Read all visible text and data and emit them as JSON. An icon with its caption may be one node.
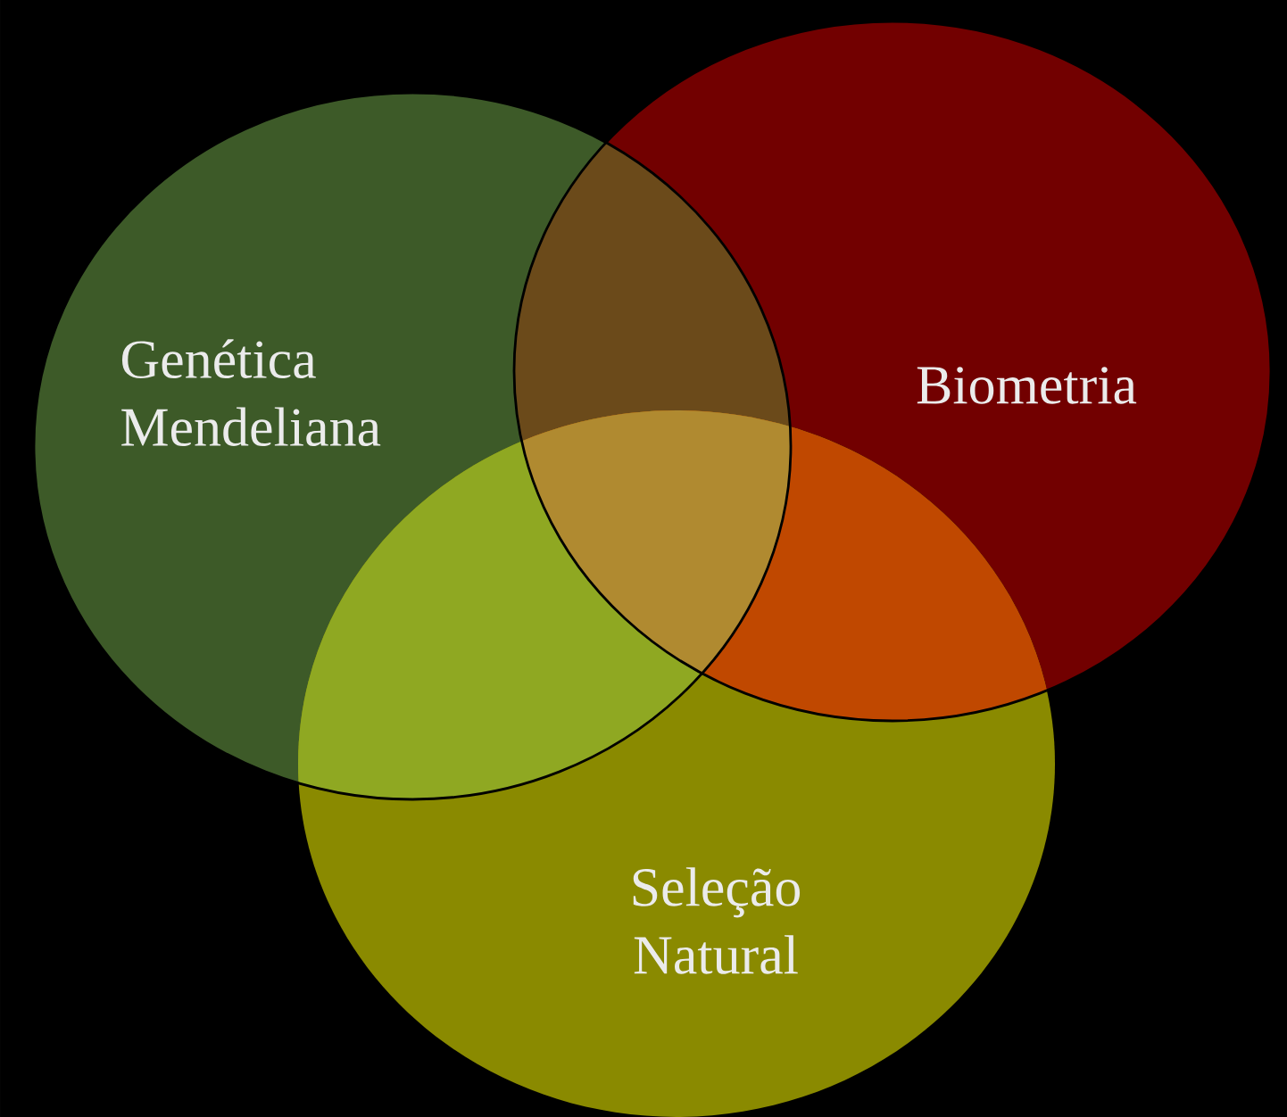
{
  "diagram": {
    "nodes": [
      {
        "text": [
          "Genética Mendeliana"
        ]
      },
      {
        "text": [
          "Biometria"
        ]
      },
      {
        "text": [
          "Seleção Natural"
        ]
      }
    ]
  }
}
